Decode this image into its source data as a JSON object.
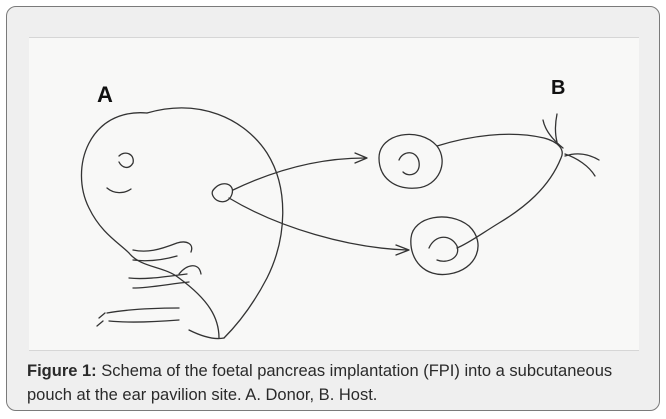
{
  "figure": {
    "panel_labels": {
      "donor": "A",
      "host": "B"
    },
    "caption": {
      "label": "Figure 1:",
      "text": " Schema of the foetal pancreas implantation (FPI) into a subcutaneous pouch at the ear pavilion site. A. Donor, B. Host."
    },
    "colors": {
      "card_background": "#efefef",
      "card_border": "#7a7a7a",
      "drawing_background": "#f8f8f7",
      "ink": "#333333"
    }
  }
}
